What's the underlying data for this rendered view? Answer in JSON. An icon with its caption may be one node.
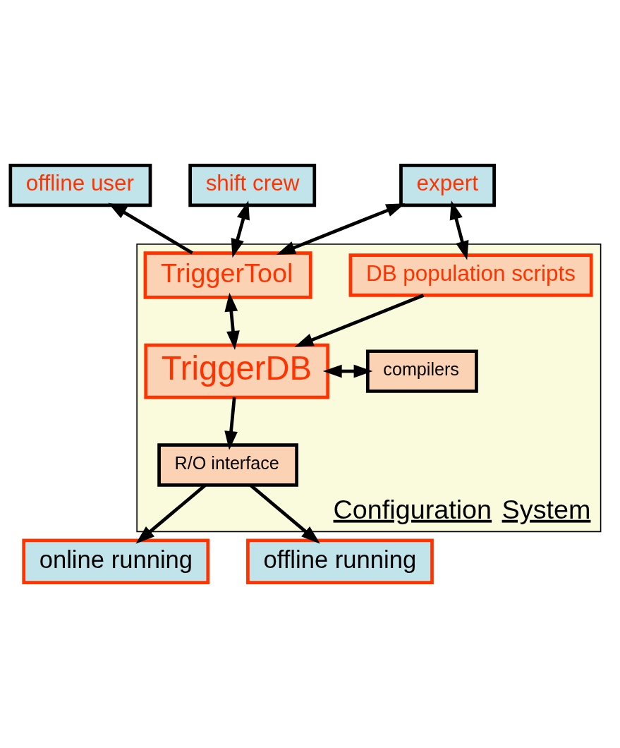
{
  "diagram": {
    "nodes": [
      {
        "text": [
          "offline user"
        ]
      },
      {
        "text": [
          "shift crew"
        ]
      },
      {
        "text": [
          "expert"
        ]
      },
      {
        "text": [
          "Configuration System"
        ]
      },
      {
        "text": [
          "TriggerTool"
        ],
        "in": 3
      },
      {
        "text": [
          "DB population scripts"
        ],
        "in": 3
      },
      {
        "text": [
          "TriggerDB"
        ],
        "in": 3
      },
      {
        "text": [
          "compilers"
        ],
        "in": 3
      },
      {
        "text": [
          "R/O interface"
        ],
        "in": 3
      },
      {
        "text": [
          "online running"
        ]
      },
      {
        "text": [
          "offline running"
        ]
      }
    ],
    "edges": [
      {
        "from": 4,
        "to": 0,
        "arrow": "to"
      },
      {
        "from": 4,
        "to": 1,
        "arrow": "both"
      },
      {
        "from": 4,
        "to": 2,
        "arrow": "both"
      },
      {
        "from": 2,
        "to": 5,
        "arrow": "both"
      },
      {
        "from": 4,
        "to": 6,
        "arrow": "both"
      },
      {
        "from": 5,
        "to": 6,
        "arrow": "to"
      },
      {
        "from": 6,
        "to": 7,
        "arrow": "both"
      },
      {
        "from": 6,
        "to": 8,
        "arrow": "to"
      },
      {
        "from": 8,
        "to": 9,
        "arrow": "to"
      },
      {
        "from": 8,
        "to": 10,
        "arrow": "to"
      }
    ]
  }
}
